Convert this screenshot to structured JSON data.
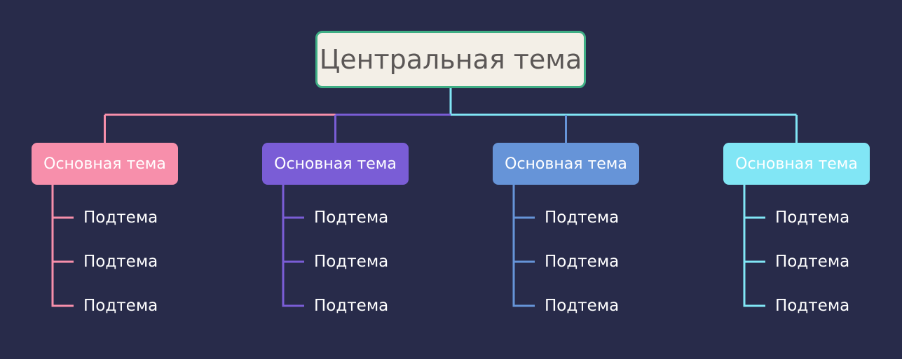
{
  "central_topic": "Центральная тема",
  "colors": {
    "background": "#282b4a",
    "central_border": "#3fae85",
    "central_fill": "#f3efe7"
  },
  "branches": [
    {
      "label": "Основная тема",
      "color": "#f78fab",
      "subtopics": [
        "Подтема",
        "Подтема",
        "Подтема"
      ]
    },
    {
      "label": "Основная тема",
      "color": "#7a5dd6",
      "subtopics": [
        "Подтема",
        "Подтема",
        "Подтема"
      ]
    },
    {
      "label": "Основная тема",
      "color": "#6694d8",
      "subtopics": [
        "Подтема",
        "Подтема",
        "Подтема"
      ]
    },
    {
      "label": "Основная тема",
      "color": "#81e6f5",
      "subtopics": [
        "Подтема",
        "Подтема",
        "Подтема"
      ]
    }
  ]
}
